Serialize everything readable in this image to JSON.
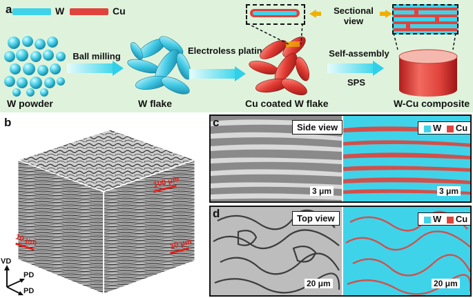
{
  "panel_a": {
    "letter": "a",
    "legend": [
      {
        "label": "W",
        "color": "#3fd3ea"
      },
      {
        "label": "Cu",
        "color": "#e0433c"
      }
    ],
    "sectional_view": "Sectional view",
    "stages": [
      "W powder",
      "W flake",
      "Cu coated W flake",
      "W-Cu composite"
    ],
    "process_steps": [
      {
        "top": "Ball milling",
        "bottom": ""
      },
      {
        "top": "Electroless plating",
        "bottom": ""
      },
      {
        "top": "Self-assembly",
        "bottom": "SPS"
      }
    ]
  },
  "panel_b": {
    "letter": "b",
    "scale_top": "100 μm",
    "scale_left": "10 μm",
    "scale_right": "10 μm",
    "axes": {
      "vd": "VD",
      "pd1": "PD",
      "pd2": "PD"
    }
  },
  "panel_c": {
    "letter": "c",
    "title": "Side view",
    "legend": [
      {
        "label": "W",
        "color": "#3fd3ea"
      },
      {
        "label": "Cu",
        "color": "#e0433c"
      }
    ],
    "scale_left": "3 μm",
    "scale_right": "3 μm"
  },
  "panel_d": {
    "letter": "d",
    "title": "Top view",
    "legend": [
      {
        "label": "W",
        "color": "#3fd3ea"
      },
      {
        "label": "Cu",
        "color": "#e0433c"
      }
    ],
    "scale_left": "20 μm",
    "scale_right": "20 μm"
  },
  "colors": {
    "w": "#3fd3ea",
    "cu": "#e0433c",
    "panel_bg": "#dff3dc",
    "arrow": "#2fd0e8",
    "callout_arrow": "#f0b000"
  }
}
